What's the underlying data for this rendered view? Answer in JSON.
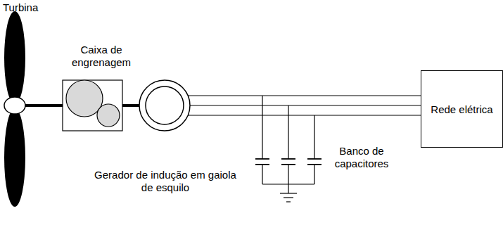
{
  "diagram": {
    "nodes": [
      {
        "text": [
          "Rede elétrica"
        ]
      }
    ],
    "labels": [
      "Turbina",
      "Caixa de engrenagem",
      "Gerador de indução em gaiola de esquilo",
      "Banco de capacitores"
    ]
  }
}
